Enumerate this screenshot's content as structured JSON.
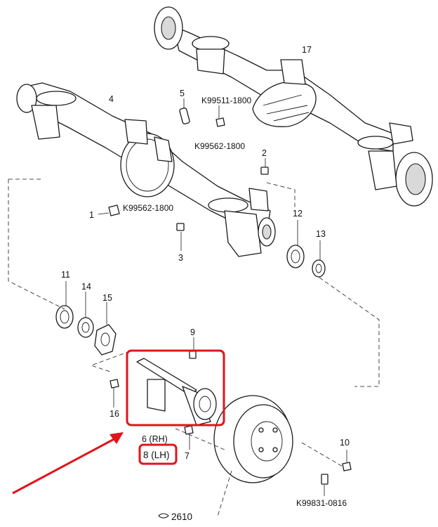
{
  "parts": {
    "p1": "1",
    "p2": "2",
    "p3": "3",
    "p4": "4",
    "p5": "5",
    "p6": "6 (RH)",
    "p7": "7",
    "p8": "8 (LH)",
    "p9": "9",
    "p10": "10",
    "p11": "11",
    "p12": "12",
    "p13": "13",
    "p14": "14",
    "p15": "15",
    "p16": "16",
    "p17": "17"
  },
  "refs": {
    "k99511": "K99511-1800",
    "k99562_top": "K99562-1800",
    "k99562_left": "K99562-1800",
    "k99831": "K99831-0816"
  },
  "page_ref": "2610",
  "page_ref_icon": "book-reference-icon",
  "highlight_color": "#e0141b"
}
